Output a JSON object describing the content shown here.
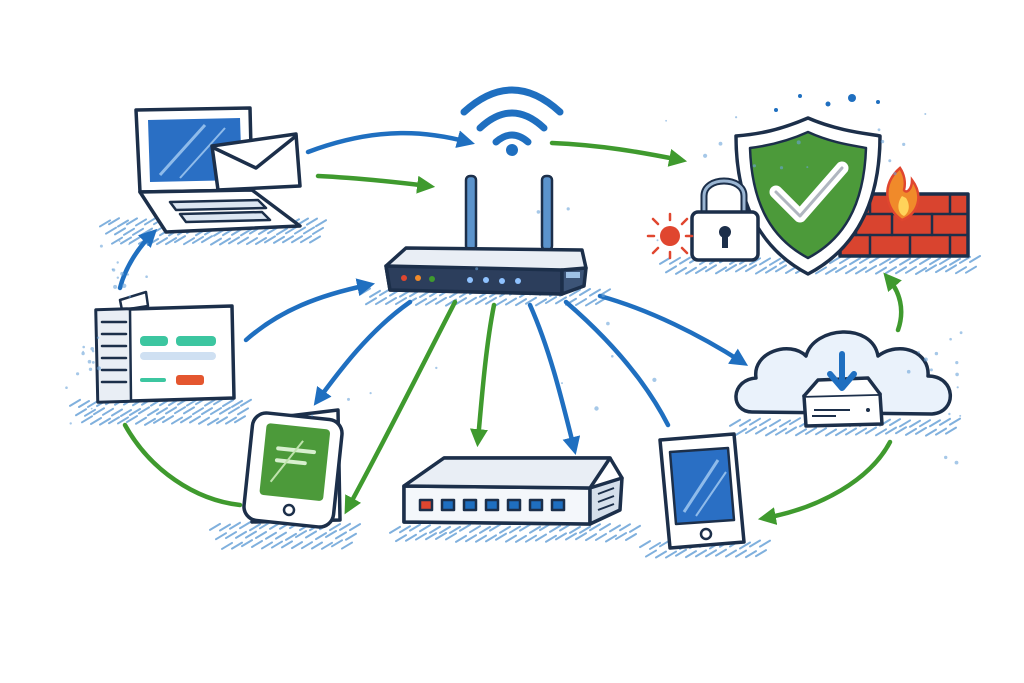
{
  "colors": {
    "blue": "#1f6fc0",
    "green": "#3f9a2e",
    "red": "#e0462f",
    "orange": "#f08a2a",
    "ink": "#1c2f4a",
    "screen_blue": "#2a6fc4",
    "screen_green": "#4c9a3a"
  },
  "nodes": [
    {
      "id": "laptop",
      "icon": "laptop-with-envelope-icon"
    },
    {
      "id": "router",
      "icon": "wifi-router-icon"
    },
    {
      "id": "security",
      "icon": "shield-lock-firewall-icon"
    },
    {
      "id": "server",
      "icon": "server-icon"
    },
    {
      "id": "cloud",
      "icon": "cloud-storage-icon"
    },
    {
      "id": "phone",
      "icon": "smartphone-icon"
    },
    {
      "id": "switch",
      "icon": "network-switch-icon"
    },
    {
      "id": "tablet",
      "icon": "tablet-icon"
    }
  ]
}
